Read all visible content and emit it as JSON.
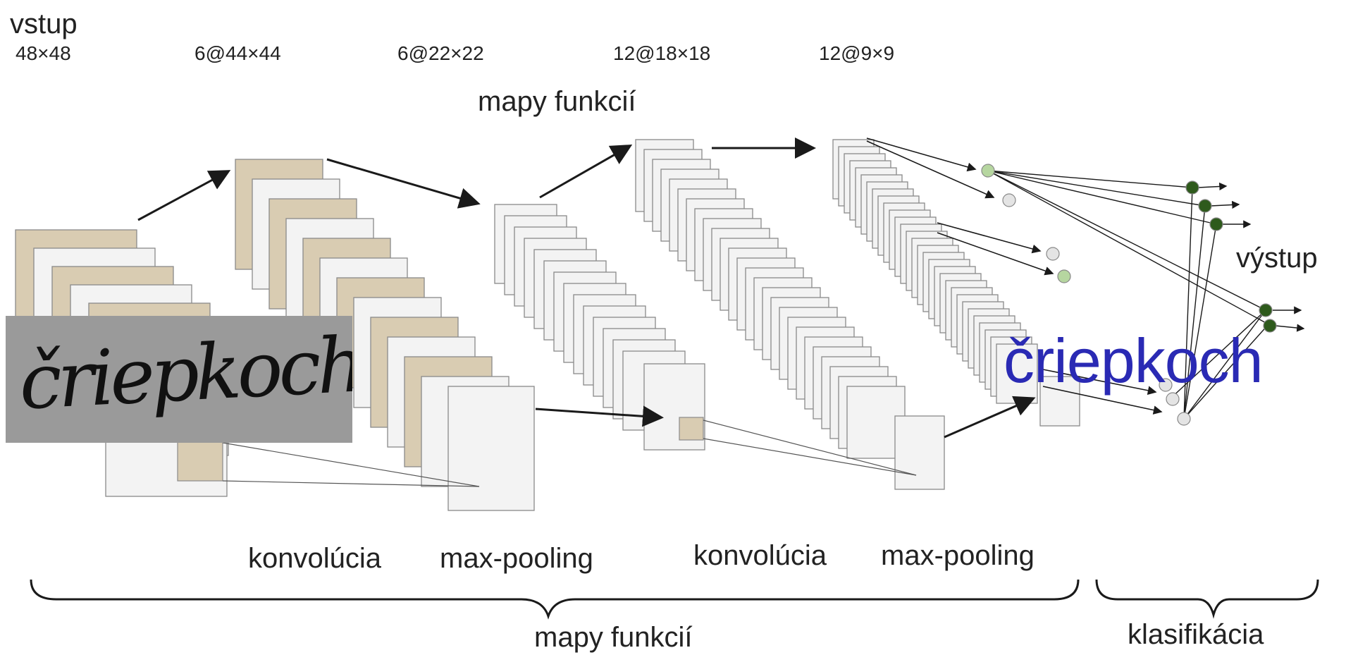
{
  "labels": {
    "input_title": "vstup",
    "dims": [
      "48×48",
      "6@44×44",
      "6@22×22",
      "12@18×18",
      "12@9×9"
    ],
    "feature_maps_top": "mapy funkcií",
    "op_conv_1": "konvolúcia",
    "op_pool_1": "max-pooling",
    "op_conv_2": "konvolúcia",
    "op_pool_2": "max-pooling",
    "feature_maps_bottom": "mapy funkcií",
    "classification": "klasifikácia",
    "output_title": "výstup",
    "recognized_word": "čriepkoch",
    "handwritten_word": "čriepkoch"
  },
  "colors": {
    "tan_map": "#d9ccb2",
    "white_map": "#f3f3f3",
    "map_border": "#8a8a8a",
    "arrow": "#1a1a1a",
    "node_dark": "#2e5a1c",
    "node_light": "#b6d6a0",
    "node_pale": "#e4e4e4",
    "recognized_word": "#2a2ab4",
    "handwriting_bg": "#9a9a9a"
  },
  "icons": {
    "flow_arrow": "arrow-right-icon",
    "neuron": "neuron-node-icon"
  }
}
